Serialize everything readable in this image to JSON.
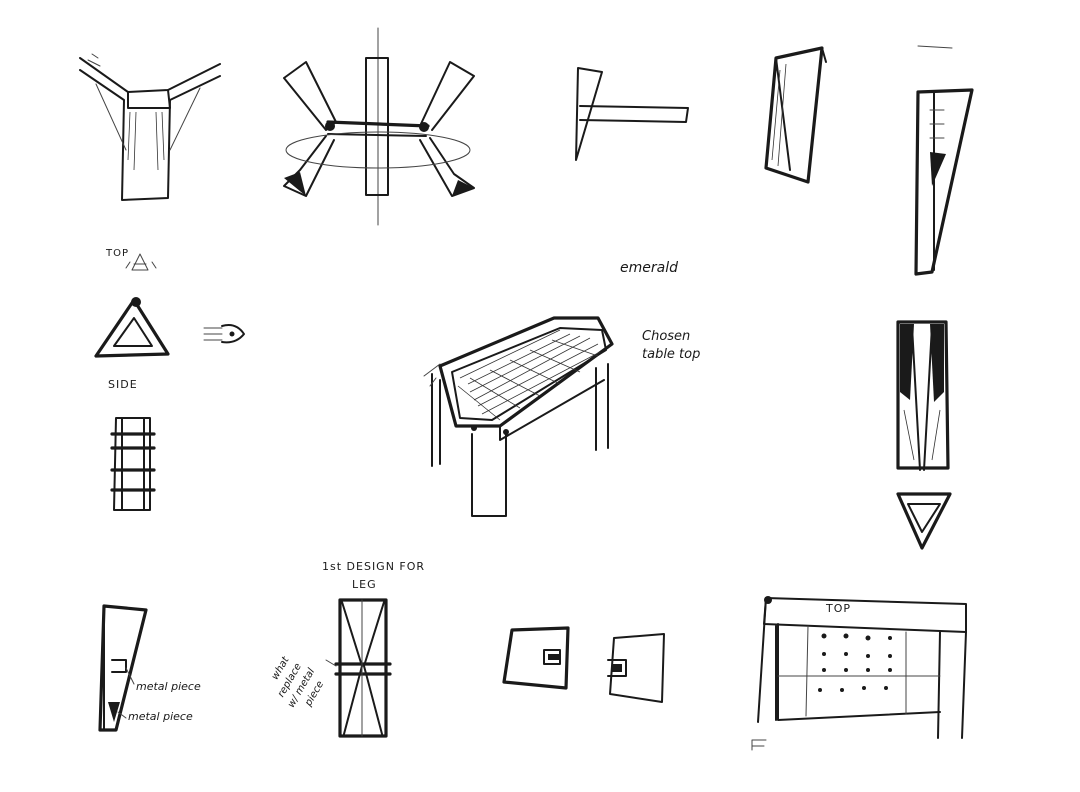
{
  "labels": {
    "top_small": "TOP",
    "side": "SIDE",
    "emerald": "emerald",
    "chosen_table_top_line1": "Chosen",
    "chosen_table_top_line2": "table top",
    "design_for_leg_line1": "1st DESIGN FOR",
    "design_for_leg_line2": "LEG",
    "replace_note_line1": "what",
    "replace_note_line2": "replace",
    "replace_note_line3": "w/ metal",
    "replace_note_line4": "piece",
    "metal_piece_1": "metal piece",
    "metal_piece_2": "metal piece",
    "top_plan": "TOP"
  },
  "colors": {
    "ink": "#1a1a1a",
    "paper": "#ffffff"
  }
}
